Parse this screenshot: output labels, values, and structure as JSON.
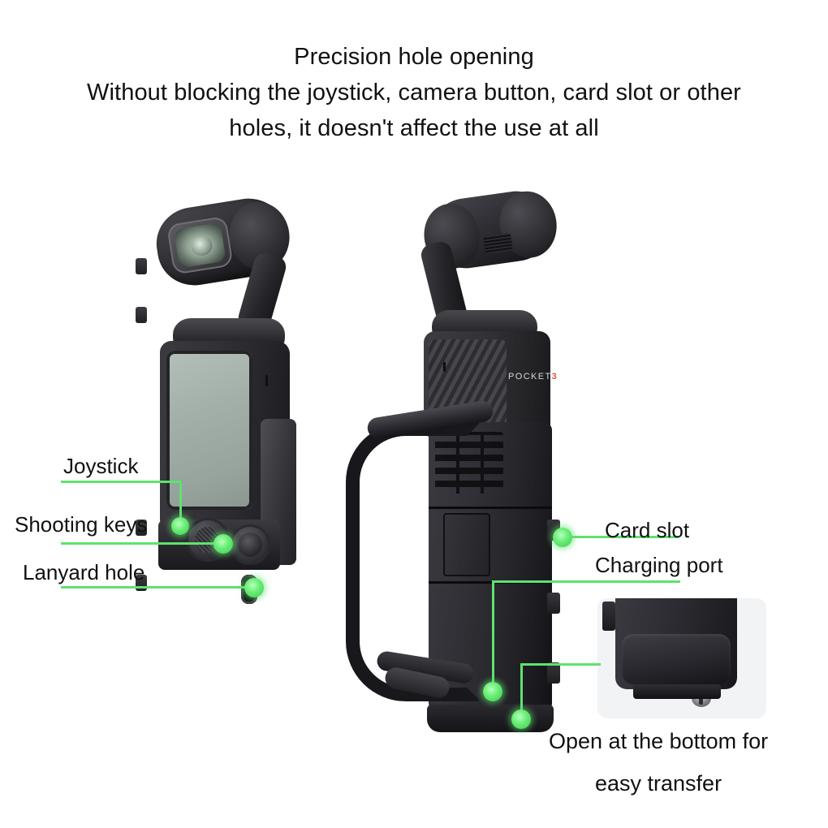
{
  "page": {
    "background_color": "#ffffff",
    "accent_color": "#5fe26e",
    "text_color": "#111111"
  },
  "headline": {
    "line1": "Precision hole opening",
    "line2": "Without blocking the joystick, camera button, card slot or other",
    "line3": "holes, it doesn't affect the use at all"
  },
  "callouts": [
    {
      "id": "joystick",
      "label": "Joystick",
      "side": "left"
    },
    {
      "id": "shooting-keys",
      "label": "Shooting keys",
      "side": "left"
    },
    {
      "id": "lanyard-hole",
      "label": "Lanyard hole",
      "side": "left"
    },
    {
      "id": "card-slot",
      "label": "Card slot",
      "side": "right"
    },
    {
      "id": "charging-port",
      "label": "Charging port",
      "side": "right"
    }
  ],
  "caption": {
    "line1": "Open at the bottom for",
    "line2": "easy transfer"
  },
  "device": {
    "brand_text": "POCKET",
    "model_number": "3",
    "model_color": "#e0533a"
  },
  "icons": {
    "marker": "green-dot-marker",
    "leader": "leader-line"
  }
}
